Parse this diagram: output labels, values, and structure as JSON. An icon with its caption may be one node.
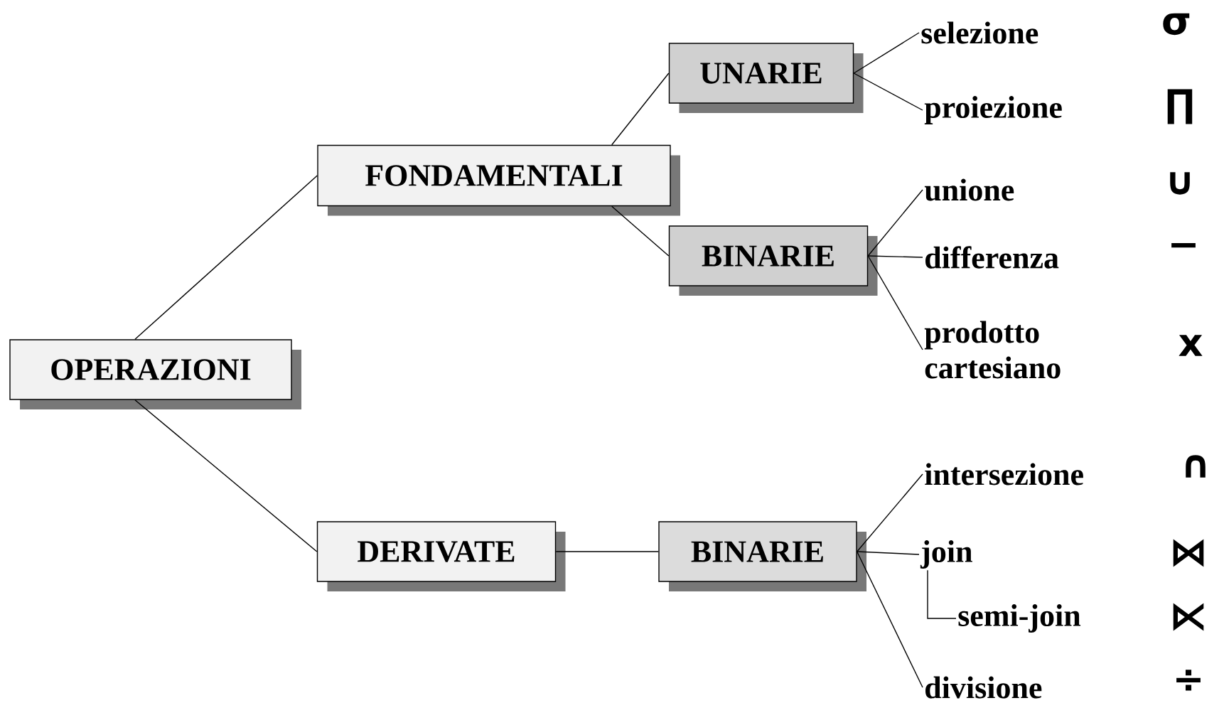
{
  "diagram": {
    "nodes": [
      {
        "text": [
          "OPERAZIONI"
        ]
      },
      {
        "text": [
          "FONDAMENTALI"
        ]
      },
      {
        "text": [
          "UNARIE"
        ]
      },
      {
        "text": [
          "BINARIE"
        ]
      },
      {
        "text": [
          "DERIVATE"
        ]
      },
      {
        "text": [
          "BINARIE"
        ]
      },
      {
        "text": [
          "selezione"
        ]
      },
      {
        "text": [
          "proiezione"
        ]
      },
      {
        "text": [
          "unione"
        ]
      },
      {
        "text": [
          "differenza"
        ]
      },
      {
        "text": [
          "prodotto cartesiano"
        ]
      },
      {
        "text": [
          "intersezione"
        ]
      },
      {
        "text": [
          "join"
        ]
      },
      {
        "text": [
          "semi-join"
        ]
      },
      {
        "text": [
          "divisione"
        ]
      }
    ],
    "labels": [
      "σ",
      "∏",
      "∪",
      "−",
      "x",
      "∩",
      "⋈",
      "⋉",
      "÷"
    ],
    "edges": [
      {
        "from": 0,
        "to": 1,
        "arrow": "none"
      },
      {
        "from": 0,
        "to": 4,
        "arrow": "none"
      },
      {
        "from": 1,
        "to": 2,
        "arrow": "none"
      },
      {
        "from": 1,
        "to": 3,
        "arrow": "none"
      },
      {
        "from": 2,
        "to": 6,
        "arrow": "none"
      },
      {
        "from": 2,
        "to": 7,
        "arrow": "none"
      },
      {
        "from": 3,
        "to": 8,
        "arrow": "none"
      },
      {
        "from": 3,
        "to": 9,
        "arrow": "none"
      },
      {
        "from": 3,
        "to": 10,
        "arrow": "none"
      },
      {
        "from": 4,
        "to": 5,
        "arrow": "none"
      },
      {
        "from": 5,
        "to": 11,
        "arrow": "none"
      },
      {
        "from": 5,
        "to": 12,
        "arrow": "none"
      },
      {
        "from": 5,
        "to": 14,
        "arrow": "none"
      },
      {
        "from": 12,
        "to": 13,
        "arrow": "none"
      }
    ]
  }
}
